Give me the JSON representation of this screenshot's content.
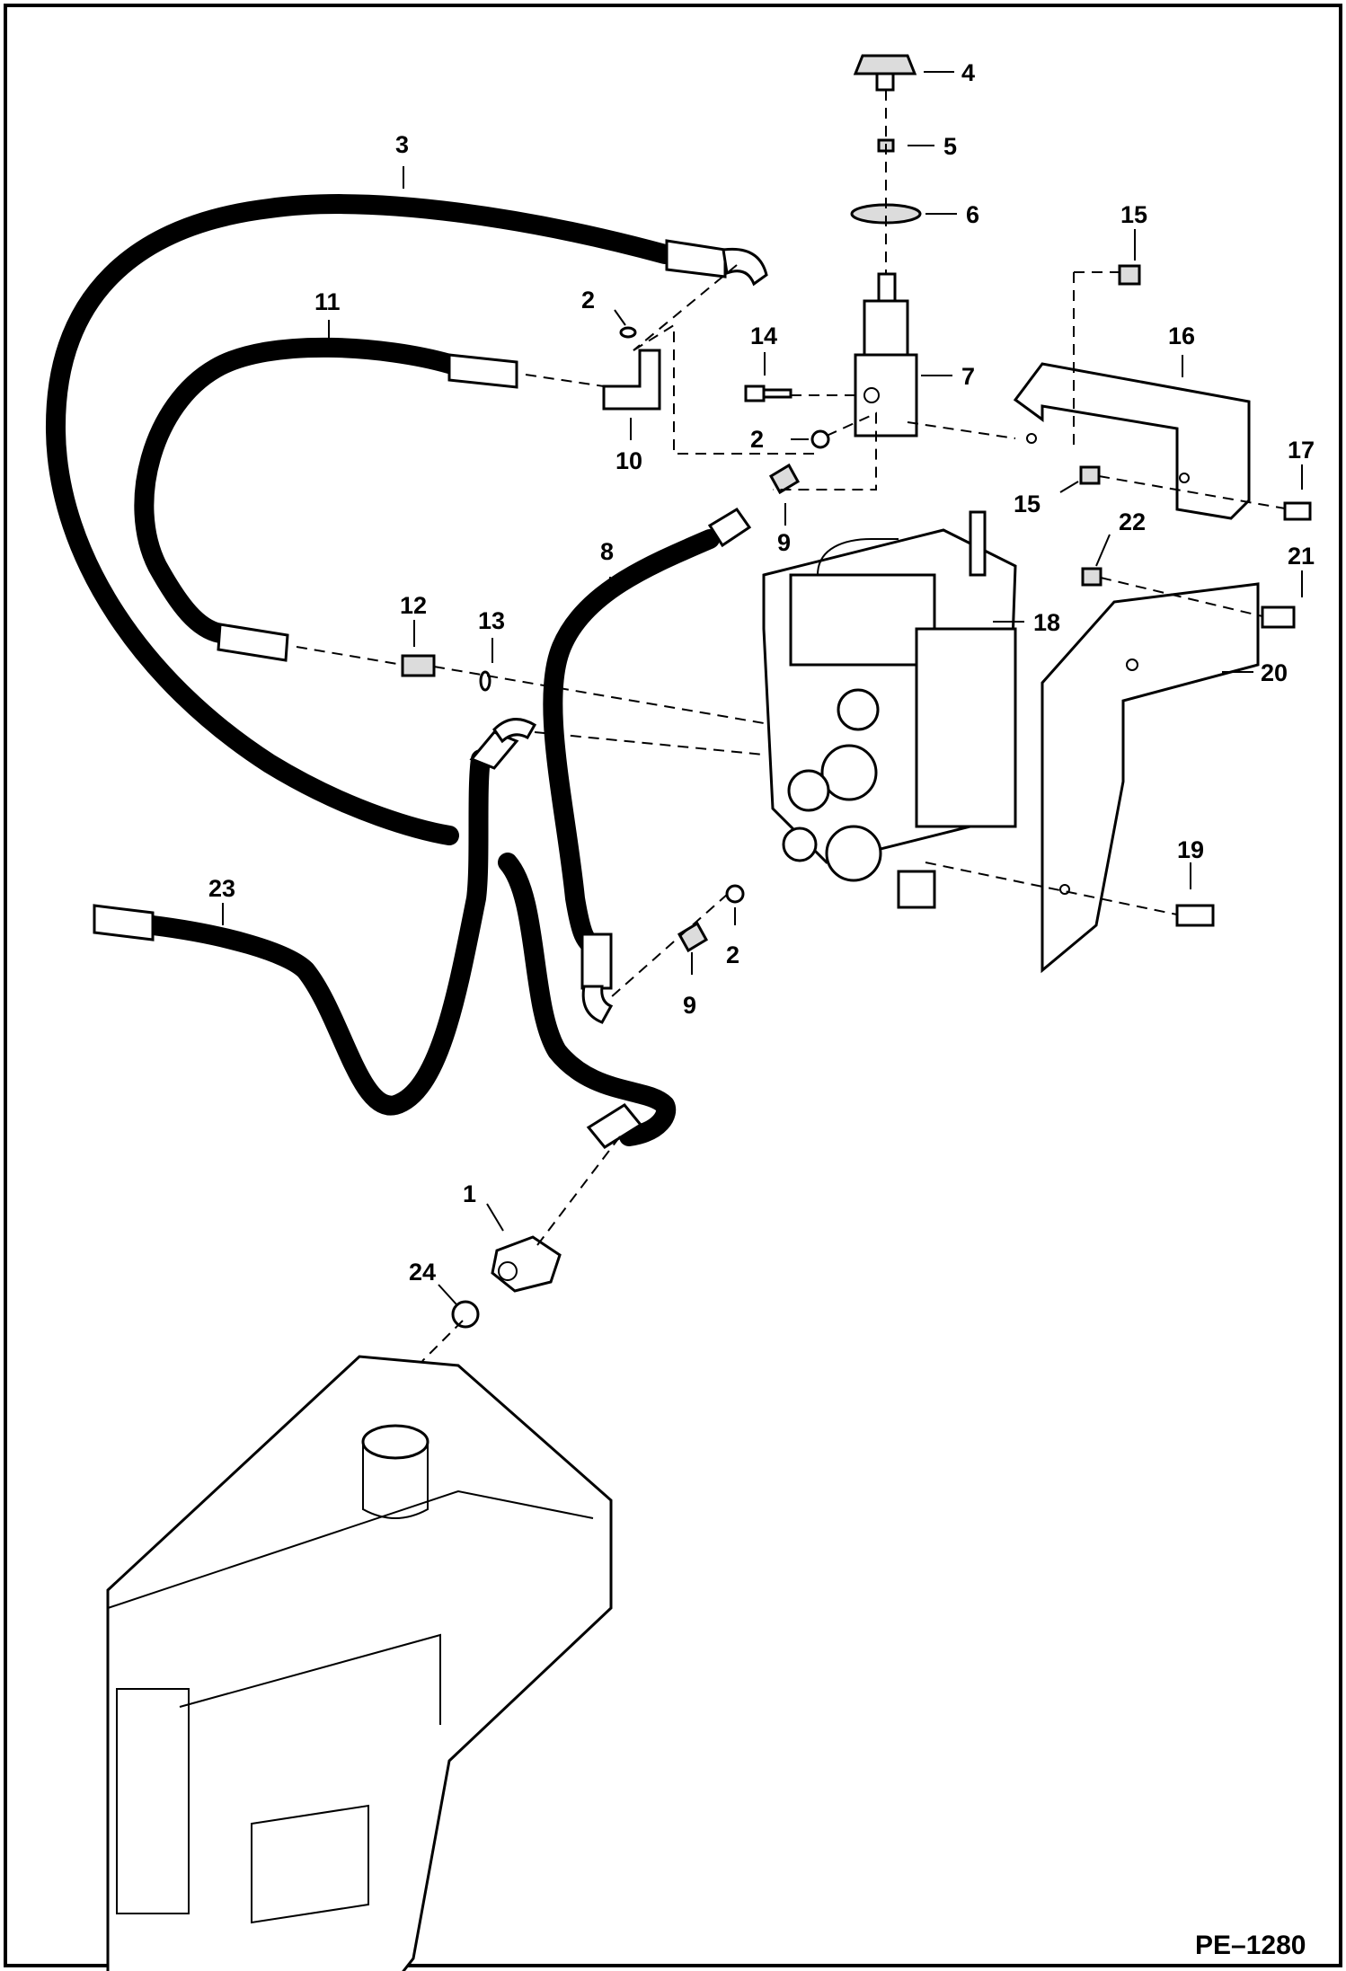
{
  "figure_ref": "PE–1280",
  "callouts": {
    "c1": "1",
    "c2a": "2",
    "c2b": "2",
    "c2c": "2",
    "c3": "3",
    "c4": "4",
    "c5": "5",
    "c6": "6",
    "c7": "7",
    "c8": "8",
    "c9a": "9",
    "c9b": "9",
    "c10": "10",
    "c11": "11",
    "c12": "12",
    "c13": "13",
    "c14": "14",
    "c15a": "15",
    "c15b": "15",
    "c16": "16",
    "c17": "17",
    "c18": "18",
    "c19": "19",
    "c20": "20",
    "c21": "21",
    "c22": "22",
    "c23": "23",
    "c24": "24"
  }
}
